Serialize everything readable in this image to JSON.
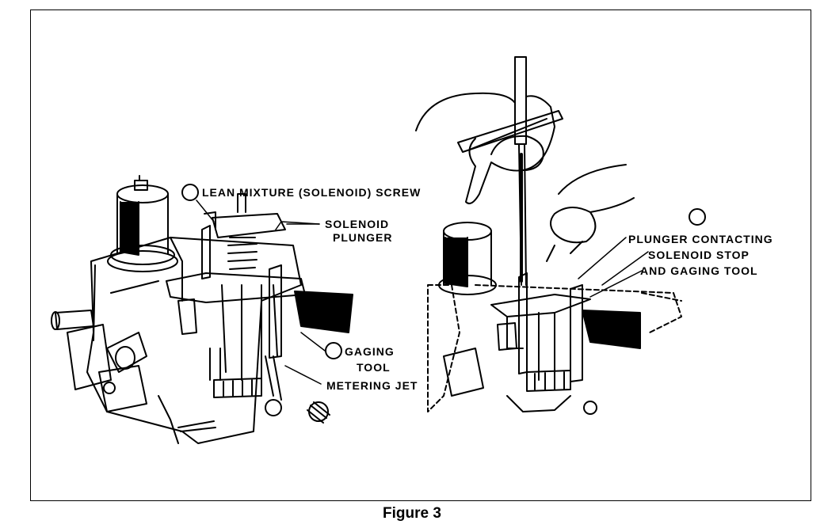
{
  "figure": {
    "caption": "Figure 3",
    "labels": {
      "lean_mixture_screw": "LEAN MIXTURE (SOLENOID) SCREW",
      "solenoid_plunger_1": "SOLENOID",
      "solenoid_plunger_2": "PLUNGER",
      "gaging_tool_1": "GAGING",
      "gaging_tool_2": "TOOL",
      "metering_jet": "METERING JET",
      "plunger_contacting_1": "PLUNGER CONTACTING",
      "plunger_contacting_2": "SOLENOID STOP",
      "plunger_contacting_3": "AND GAGING TOOL"
    }
  }
}
